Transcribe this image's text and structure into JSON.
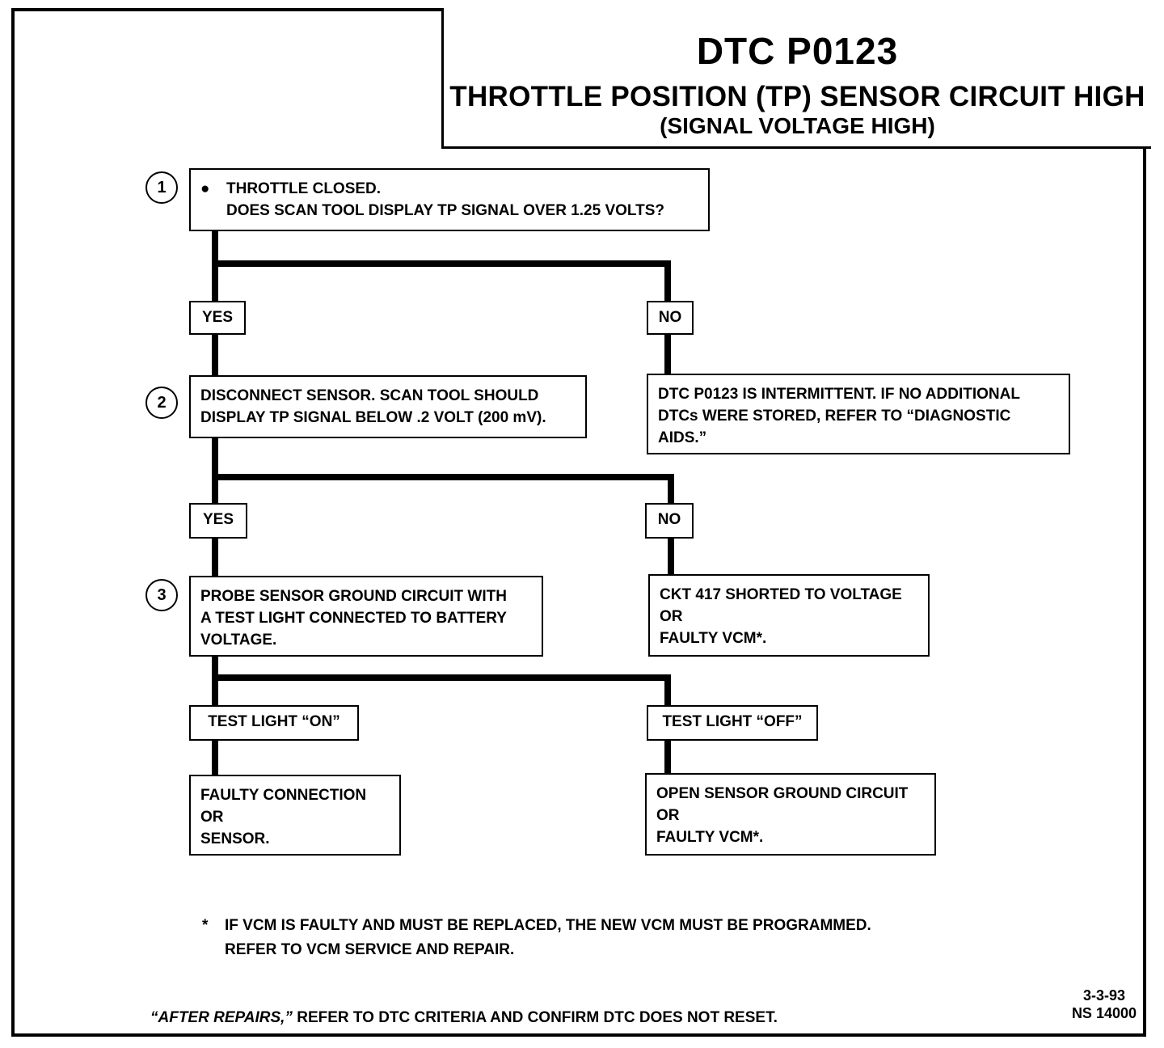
{
  "title": {
    "code": "DTC P0123",
    "subtitle": "THROTTLE POSITION (TP) SENSOR CIRCUIT HIGH",
    "subtitle2": "(SIGNAL VOLTAGE HIGH)"
  },
  "steps": [
    {
      "number": "1",
      "lines": [
        "THROTTLE CLOSED.",
        "DOES SCAN TOOL DISPLAY TP SIGNAL OVER 1.25 VOLTS?"
      ],
      "bullet": "●"
    },
    {
      "number": "2",
      "lines": [
        "DISCONNECT SENSOR. SCAN TOOL SHOULD",
        "DISPLAY TP SIGNAL BELOW .2 VOLT (200 mV)."
      ]
    },
    {
      "number": "3",
      "lines": [
        "PROBE SENSOR GROUND CIRCUIT WITH",
        "A TEST LIGHT CONNECTED TO BATTERY",
        "VOLTAGE."
      ]
    }
  ],
  "branches": {
    "yes1": "YES",
    "no1": "NO",
    "yes2": "YES",
    "no2": "NO",
    "on3": "TEST LIGHT “ON”",
    "off3": "TEST LIGHT “OFF”"
  },
  "results": {
    "intermittent": [
      "DTC P0123 IS INTERMITTENT.  IF NO ADDITIONAL",
      "DTCs WERE STORED, REFER TO  “DIAGNOSTIC",
      "AIDS.”"
    ],
    "ckt417": [
      "CKT 417 SHORTED TO VOLTAGE",
      "OR",
      "FAULTY VCM*."
    ],
    "faulty_connection": [
      "FAULTY CONNECTION",
      "OR",
      "SENSOR."
    ],
    "open_ground": [
      "OPEN SENSOR GROUND CIRCUIT",
      "OR",
      "FAULTY VCM*."
    ]
  },
  "note": {
    "star": "*",
    "line1": "IF VCM IS FAULTY AND MUST BE REPLACED, THE NEW VCM MUST BE PROGRAMMED.",
    "line2": "REFER TO VCM SERVICE AND REPAIR."
  },
  "footer": {
    "italic": "“AFTER REPAIRS,”",
    "rest": " REFER TO DTC CRITERIA AND CONFIRM DTC DOES NOT RESET."
  },
  "stamp": {
    "date": "3-3-93",
    "code": "NS 14000"
  }
}
